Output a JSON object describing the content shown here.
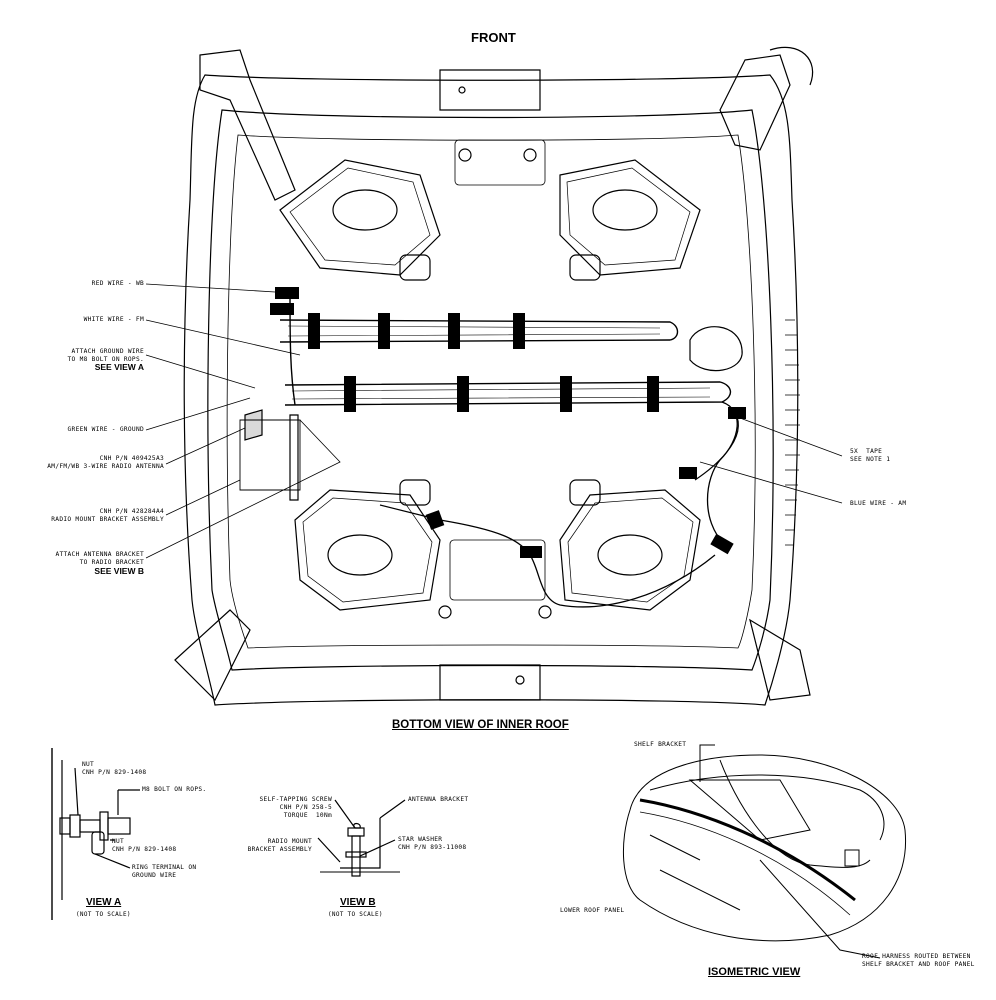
{
  "title_front": "FRONT",
  "main_view_title": "BOTTOM VIEW OF INNER ROOF",
  "callouts_left": {
    "red_wire": "RED WIRE - WB",
    "white_wire": "WHITE WIRE - FM",
    "ground_line1": "ATTACH GROUND WIRE",
    "ground_line2": "TO M8 BOLT ON ROPS.",
    "ground_line3": "SEE VIEW A",
    "green_wire": "GREEN WIRE - GROUND",
    "antenna_line1": "CNH P/N 409425A3",
    "antenna_line2": "AM/FM/WB 3-WIRE RADIO ANTENNA",
    "bracket_line1": "CNH P/N 428284A4",
    "bracket_line2": "RADIO MOUNT BRACKET ASSEMBLY",
    "attach_line1": "ATTACH ANTENNA BRACKET",
    "attach_line2": "TO RADIO BRACKET",
    "attach_line3": "SEE VIEW B"
  },
  "callouts_right": {
    "tape_line1": "5X  TAPE",
    "tape_line2": "SEE NOTE 1",
    "blue_wire": "BLUE WIRE - AM"
  },
  "view_a": {
    "title": "VIEW A",
    "subtitle": "(NOT TO SCALE)",
    "nut1_line1": "NUT",
    "nut1_line2": "CNH P/N 829-1408",
    "bolt": "M8 BOLT ON ROPS.",
    "nut2_line1": "NUT",
    "nut2_line2": "CNH P/N 829-1408",
    "ring_line1": "RING TERMINAL ON",
    "ring_line2": "GROUND WIRE"
  },
  "view_b": {
    "title": "VIEW B",
    "subtitle": "(NOT TO SCALE)",
    "screw_line1": "SELF-TAPPING SCREW",
    "screw_line2": "CNH P/N 258-5",
    "screw_line3": "TORQUE  10Nm",
    "antenna_bracket": "ANTENNA BRACKET",
    "mount_line1": "RADIO MOUNT",
    "mount_line2": "BRACKET ASSEMBLY",
    "washer_line1": "STAR WASHER",
    "washer_line2": "CNH P/N 893-11008"
  },
  "iso_view": {
    "title": "ISOMETRIC VIEW",
    "shelf_bracket": "SHELF BRACKET",
    "lower_roof_panel": "LOWER ROOF PANEL",
    "harness_line1": "ROOF HARNESS ROUTED BETWEEN",
    "harness_line2": "SHELF BRACKET AND ROOF PANEL"
  }
}
